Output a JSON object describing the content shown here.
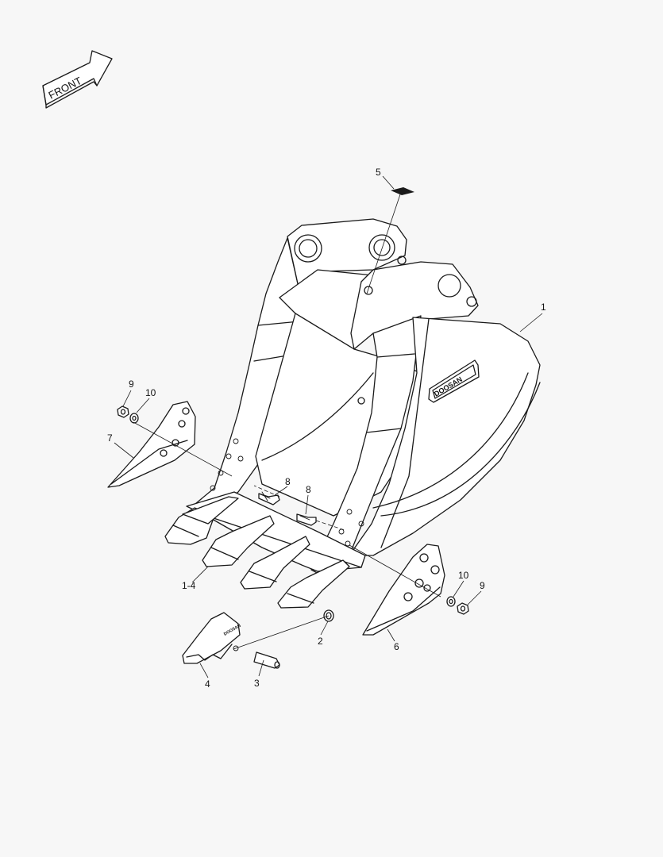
{
  "direction_label": "FRONT",
  "brand_logo": "DOOSAN",
  "callouts": {
    "c1": "1",
    "c1_4": "1-4",
    "c2": "2",
    "c3": "3",
    "c4": "4",
    "c5": "5",
    "c6": "6",
    "c7": "7",
    "c8a": "8",
    "c8b": "8",
    "c9a": "9",
    "c9b": "9",
    "c10a": "10",
    "c10b": "10"
  },
  "colors": {
    "background": "#f7f7f7",
    "line": "#1a1a1a"
  }
}
